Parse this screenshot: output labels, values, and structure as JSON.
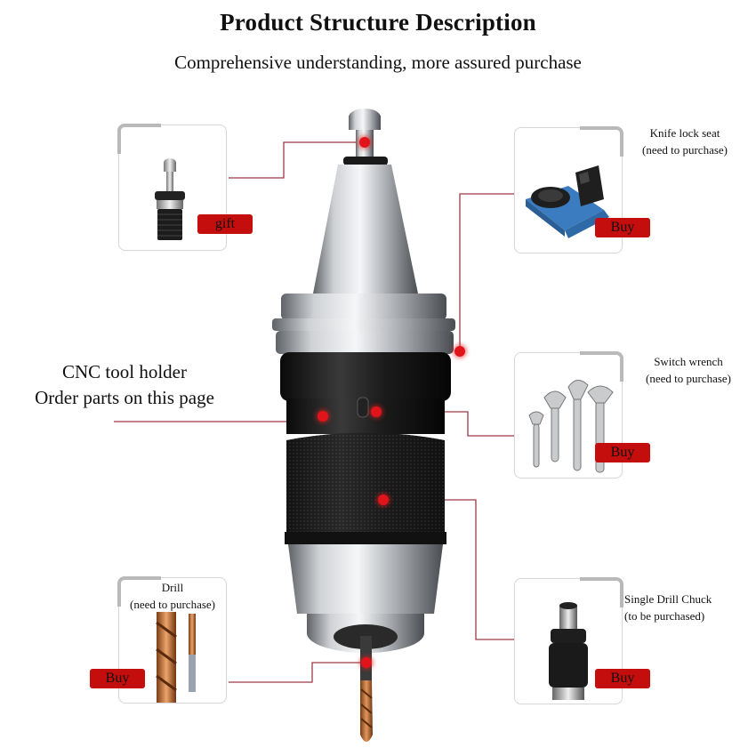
{
  "header": {
    "title": "Product Structure Description",
    "subtitle": "Comprehensive understanding, more assured purchase"
  },
  "main_label": {
    "line1": "CNC tool holder",
    "line2": "Order parts on this page"
  },
  "parts": [
    {
      "id": "pull-stud",
      "name": "",
      "note": "",
      "badge": "gift",
      "icon": "pull-stud-icon"
    },
    {
      "id": "knife-lock-seat",
      "name": "Knife lock seat",
      "note": "(need to purchase)",
      "badge": "Buy",
      "icon": "knife-lock-seat-icon"
    },
    {
      "id": "switch-wrench",
      "name": "Switch wrench",
      "note": "(need to purchase)",
      "badge": "Buy",
      "icon": "wrench-set-icon"
    },
    {
      "id": "drill",
      "name": "Drill",
      "note": "(need to purchase)",
      "badge": "Buy",
      "icon": "drill-bit-icon"
    },
    {
      "id": "drill-chuck",
      "name": "Single Drill Chuck",
      "note": "(to be purchased)",
      "badge": "Buy",
      "icon": "drill-chuck-icon"
    }
  ],
  "colors": {
    "badge": "#c40d0d",
    "connector": "#9b3a44",
    "hotspot": "#e1141b",
    "card_border": "#d8d8d8"
  }
}
